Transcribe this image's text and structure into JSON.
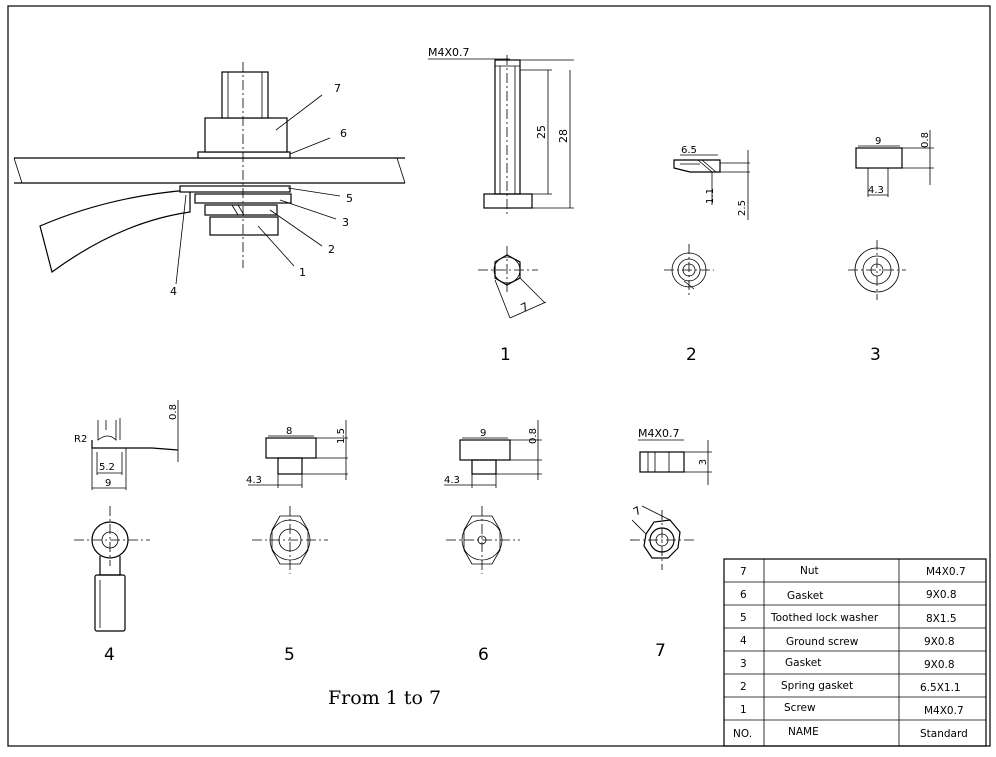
{
  "drawing": {
    "caption": "From 1 to 7",
    "assembly_leaders": [
      "7",
      "6",
      "5",
      "3",
      "2",
      "1",
      "4"
    ],
    "part1": {
      "thread": "M4X0.7",
      "dim_a": "25",
      "dim_b": "28",
      "dim_hex": "7",
      "label": "1"
    },
    "part2": {
      "dim_a": "6.5",
      "dim_b": "1.1",
      "dim_c": "2.5",
      "label": "2"
    },
    "part3": {
      "dim_a": "9",
      "dim_b": "0.8",
      "dim_c": "4.3",
      "label": "3"
    },
    "part4": {
      "dim_r": "R2",
      "dim_a": "0.8",
      "dim_b": "5.2",
      "dim_c": "9",
      "label": "4"
    },
    "part5": {
      "dim_a": "8",
      "dim_b": "1.5",
      "dim_c": "4.3",
      "label": "5"
    },
    "part6": {
      "dim_a": "9",
      "dim_b": "0.8",
      "dim_c": "4.3",
      "label": "6"
    },
    "part7": {
      "thread": "M4X0.7",
      "dim_a": "3",
      "dim_hex": "7",
      "label": "7"
    }
  },
  "parts_table": {
    "rows": [
      {
        "no": "7",
        "name": "Nut",
        "standard": "M4X0.7"
      },
      {
        "no": "6",
        "name": "Gasket",
        "standard": "9X0.8"
      },
      {
        "no": "5",
        "name": "Toothed lock washer",
        "standard": "8X1.5"
      },
      {
        "no": "4",
        "name": "Ground screw",
        "standard": "9X0.8"
      },
      {
        "no": "3",
        "name": "Gasket",
        "standard": "9X0.8"
      },
      {
        "no": "2",
        "name": "Spring gasket",
        "standard": "6.5X1.1"
      },
      {
        "no": "1",
        "name": "Screw",
        "standard": "M4X0.7"
      }
    ],
    "header": {
      "no": "NO.",
      "name": "NAME",
      "standard": "Standard"
    }
  }
}
